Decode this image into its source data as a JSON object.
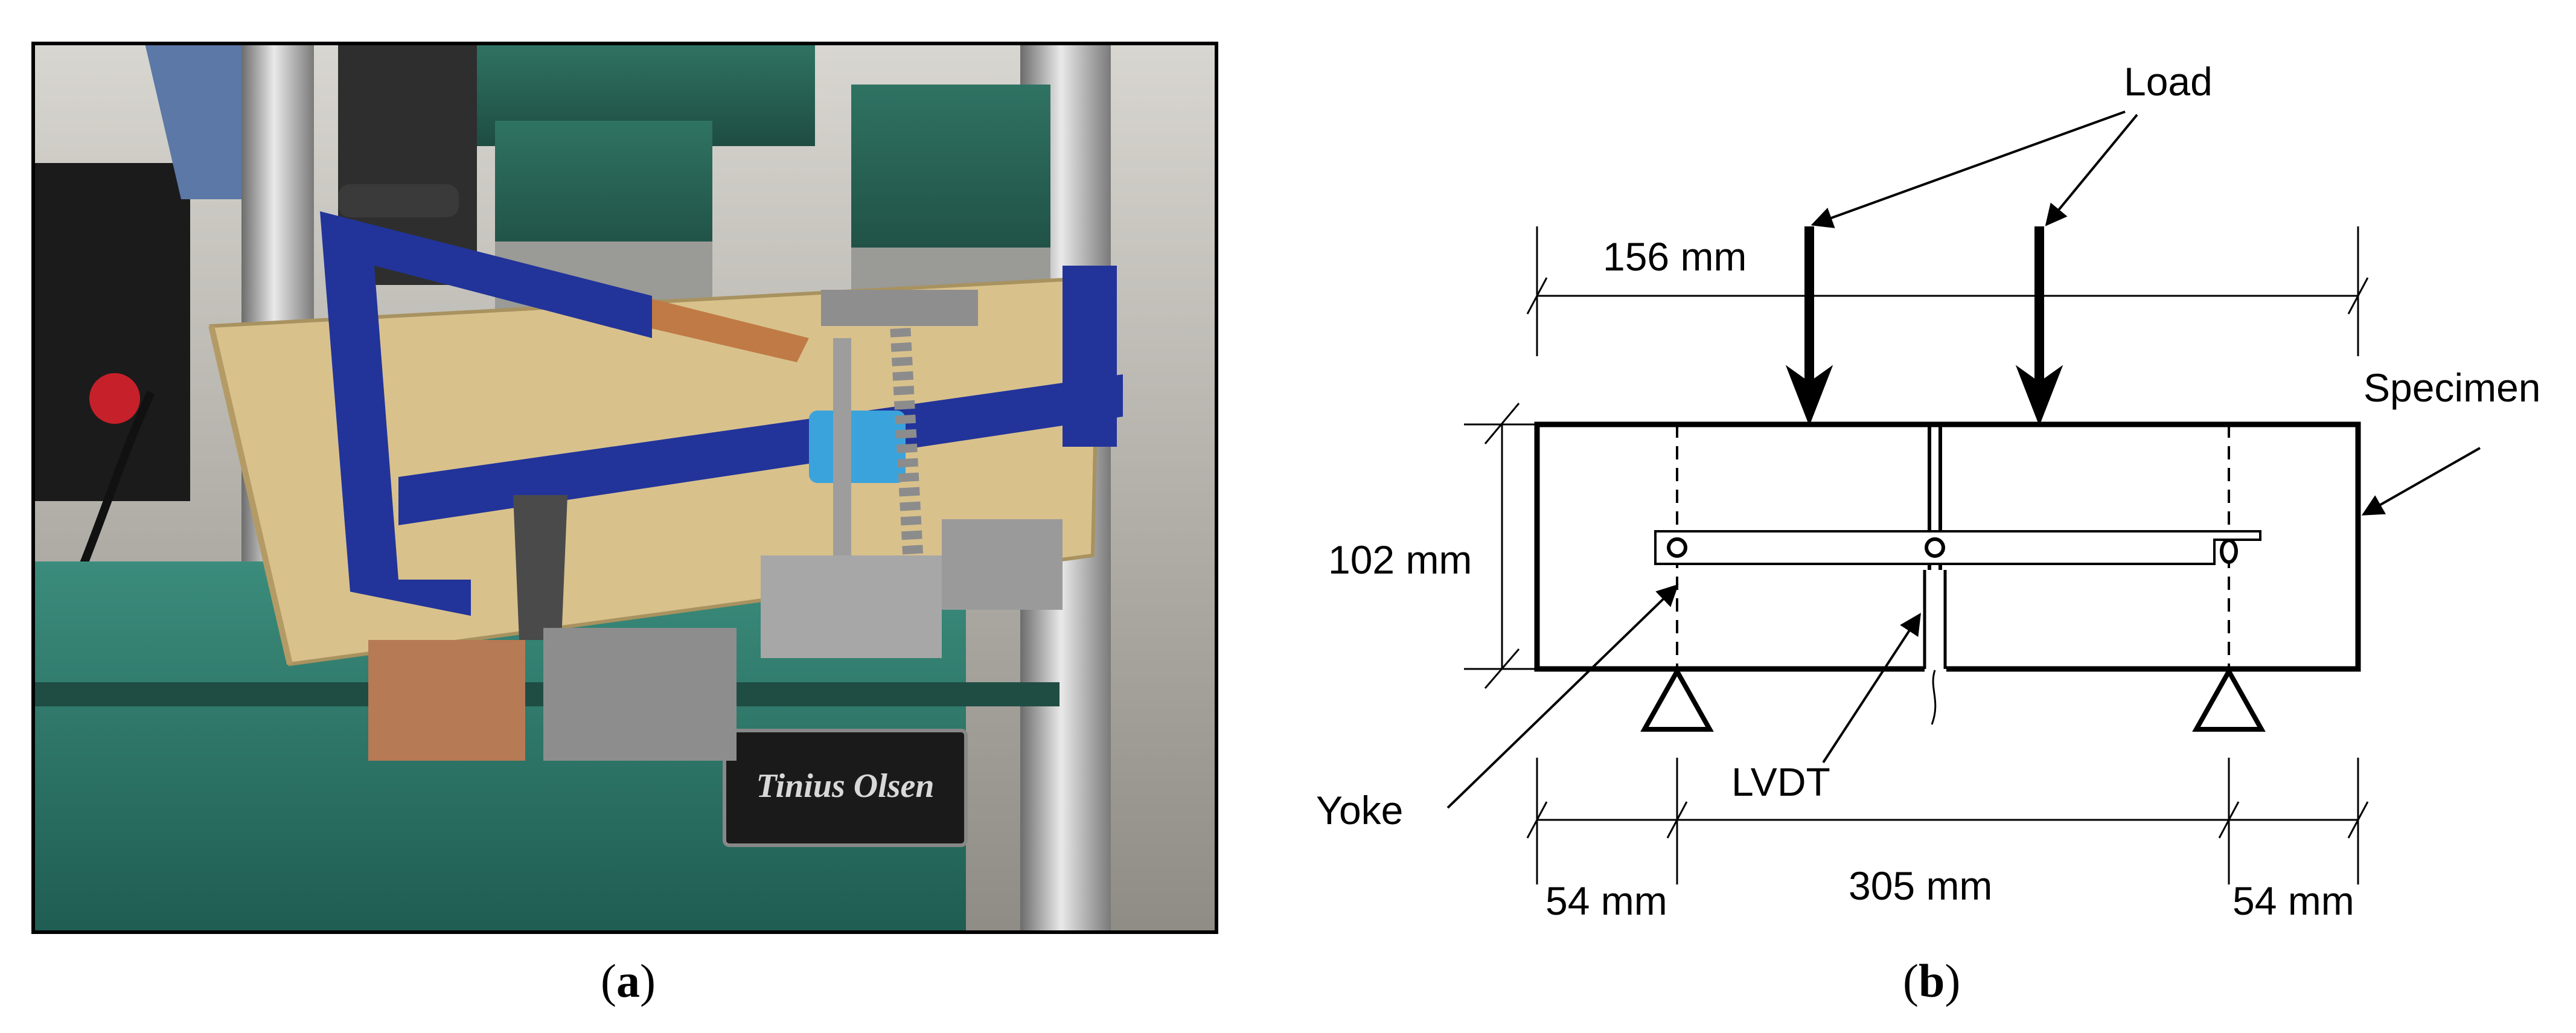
{
  "figure": {
    "panel_a": {
      "caption_letter": "a",
      "machine_brand_plate": "Tinius Olsen"
    },
    "panel_b": {
      "caption_letter": "b",
      "labels": {
        "load": "Load",
        "specimen": "Specimen",
        "yoke": "Yoke",
        "lvdt": "LVDT"
      },
      "dimensions": {
        "load_span": "156 mm",
        "depth": "102 mm",
        "overhang_left": "54 mm",
        "support_span": "305 mm",
        "overhang_right": "54 mm"
      }
    }
  },
  "colors": {
    "frame_blue": "#22349a",
    "machine_green": "#2f7a6c",
    "specimen_tan": "#d9c18c",
    "load_bolt_green": "#2c6b5a",
    "lvdt_holder": "#3aa3db"
  }
}
